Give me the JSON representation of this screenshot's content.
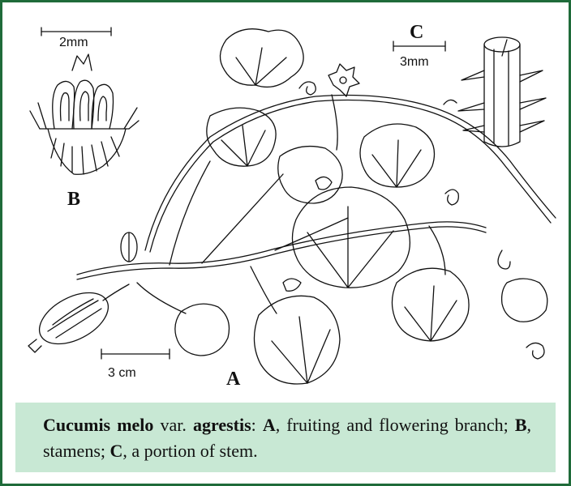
{
  "figure": {
    "panel_labels": {
      "A": "A",
      "B": "B",
      "C": "C"
    },
    "scale_bars": {
      "A": "3 cm",
      "B": "2mm",
      "C": "3mm"
    }
  },
  "caption": {
    "species": "Cucumis melo",
    "rank": "var.",
    "variety": "agrestis",
    "sep1": ": ",
    "a_label": "A",
    "a_text": ", fruiting and flowering branch; ",
    "b_label": "B",
    "b_text": ", stamens; ",
    "c_label": "C",
    "c_text": ", a portion of stem."
  },
  "colors": {
    "frame": "#1f6b3a",
    "caption_bg": "#c8e8d4",
    "ink": "#111111"
  }
}
